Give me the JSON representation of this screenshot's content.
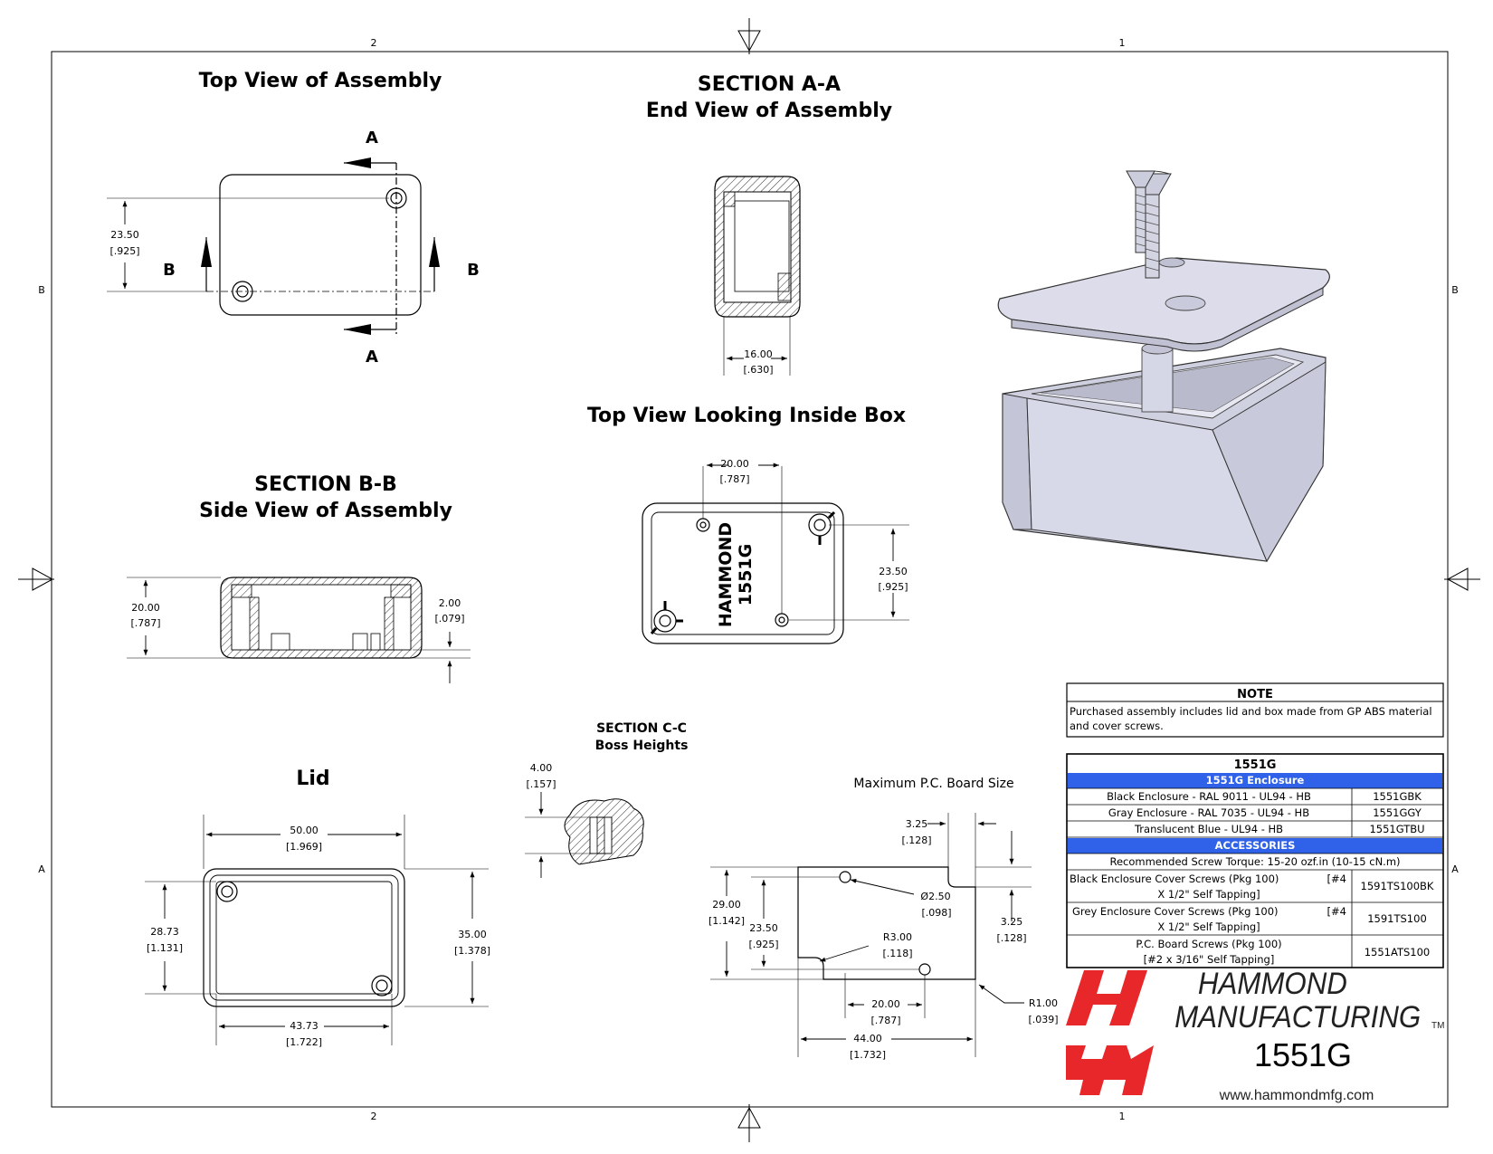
{
  "zones": {
    "col_left": "2",
    "col_right": "1",
    "row_upper": "B",
    "row_lower": "A"
  },
  "titles": {
    "top_view": "Top View of Assembly",
    "section_aa_1": "SECTION A-A",
    "section_aa_2": "End View of Assembly",
    "inside_box": "Top View Looking Inside Box",
    "section_bb_1": "SECTION B-B",
    "section_bb_2": "Side View of Assembly",
    "section_cc_1": "SECTION C-C",
    "section_cc_2": "Boss Heights",
    "lid": "Lid",
    "pcb": "Maximum P.C. Board Size"
  },
  "markers": {
    "a": "A",
    "b": "B"
  },
  "box_label": {
    "line1": "HAMMOND",
    "line2": "1551G"
  },
  "dims": {
    "tv_h": "23.50",
    "tv_h_in": "[.925]",
    "aa_w": "16.00",
    "aa_w_in": "[.630]",
    "ib_w": "20.00",
    "ib_w_in": "[.787]",
    "ib_h": "23.50",
    "ib_h_in": "[.925]",
    "bb_h": "20.00",
    "bb_h_in": "[.787]",
    "bb_t": "2.00",
    "bb_t_in": "[.079]",
    "cc_h": "4.00",
    "cc_h_in": "[.157]",
    "lid_w": "50.00",
    "lid_w_in": "[1.969]",
    "lid_h": "28.73",
    "lid_h_in": "[1.131]",
    "lid_h2": "35.00",
    "lid_h2_in": "[1.378]",
    "lid_w2": "43.73",
    "lid_w2_in": "[1.722]",
    "pcb_notch": "3.25",
    "pcb_notch_in": "[.128]",
    "pcb_notch2": "3.25",
    "pcb_notch2_in": "[.128]",
    "pcb_h": "29.00",
    "pcb_h_in": "[1.142]",
    "pcb_h2": "23.50",
    "pcb_h2_in": "[.925]",
    "pcb_hole": "2.50",
    "pcb_hole_in": "[.098]",
    "pcb_r3": "R3.00",
    "pcb_r3_in": "[.118]",
    "pcb_r1": "R1.00",
    "pcb_r1_in": "[.039]",
    "pcb_w2": "20.00",
    "pcb_w2_in": "[.787]",
    "pcb_w": "44.00",
    "pcb_w_in": "[1.732]"
  },
  "note": {
    "heading": "NOTE",
    "line1": "Purchased assembly includes lid and box made from GP ABS material",
    "line2": "and cover screws."
  },
  "table": {
    "title": "1551G",
    "section1": "1551G Enclosure",
    "rows1": [
      {
        "desc": "Black Enclosure - RAL 9011 - UL94 - HB",
        "part": "1551GBK"
      },
      {
        "desc": "Gray Enclosure - RAL 7035 - UL94 - HB",
        "part": "1551GGY"
      },
      {
        "desc": "Translucent Blue - UL94 - HB",
        "part": "1551GTBU"
      }
    ],
    "section2": "ACCESSORIES",
    "torque": "Recommended Screw Torque: 15-20 ozf.in (10-15 cN.m)",
    "rows2": [
      {
        "l1": "Black Enclosure Cover Screws (Pkg 100)",
        "l1b": "[#4",
        "l2": "X 1/2\" Self Tapping]",
        "part": "1591TS100BK"
      },
      {
        "l1": "Grey Enclosure Cover Screws (Pkg 100)",
        "l1b": "[#4",
        "l2": "X 1/2\" Self Tapping]",
        "part": "1591TS100"
      },
      {
        "l1": "P.C. Board Screws  (Pkg 100)",
        "l1b": "",
        "l2": "[#2 x 3/16\" Self Tapping]",
        "part": "1551ATS100"
      }
    ]
  },
  "brand": {
    "line1": "HAMMOND",
    "line2": "MANUFACTURING",
    "tm": "TM",
    "model": "1551G",
    "url": "www.hammondmfg.com"
  },
  "colors": {
    "accent_blue": "#2f62e8",
    "logo_red": "#e8272b",
    "part_fill": "#dcdcea"
  }
}
